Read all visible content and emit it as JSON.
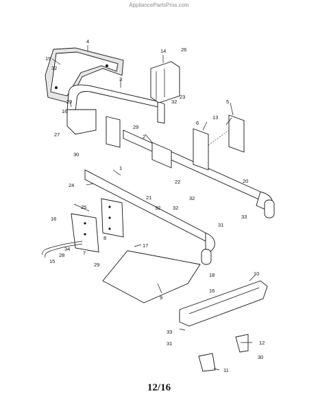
{
  "header": {
    "watermark": "AppliancePartsPros.com"
  },
  "footer": {
    "page_number": "12/16"
  },
  "callouts": [
    "1",
    "2",
    "3",
    "4",
    "5",
    "6",
    "7",
    "8",
    "9",
    "10",
    "11",
    "12",
    "13",
    "14",
    "15",
    "16",
    "16",
    "16",
    "17",
    "18",
    "19",
    "20",
    "21",
    "22",
    "23",
    "24",
    "25",
    "26",
    "27",
    "28",
    "29",
    "29",
    "29",
    "30",
    "30",
    "31",
    "31",
    "32",
    "32",
    "32",
    "32",
    "32",
    "33",
    "33",
    "34"
  ]
}
